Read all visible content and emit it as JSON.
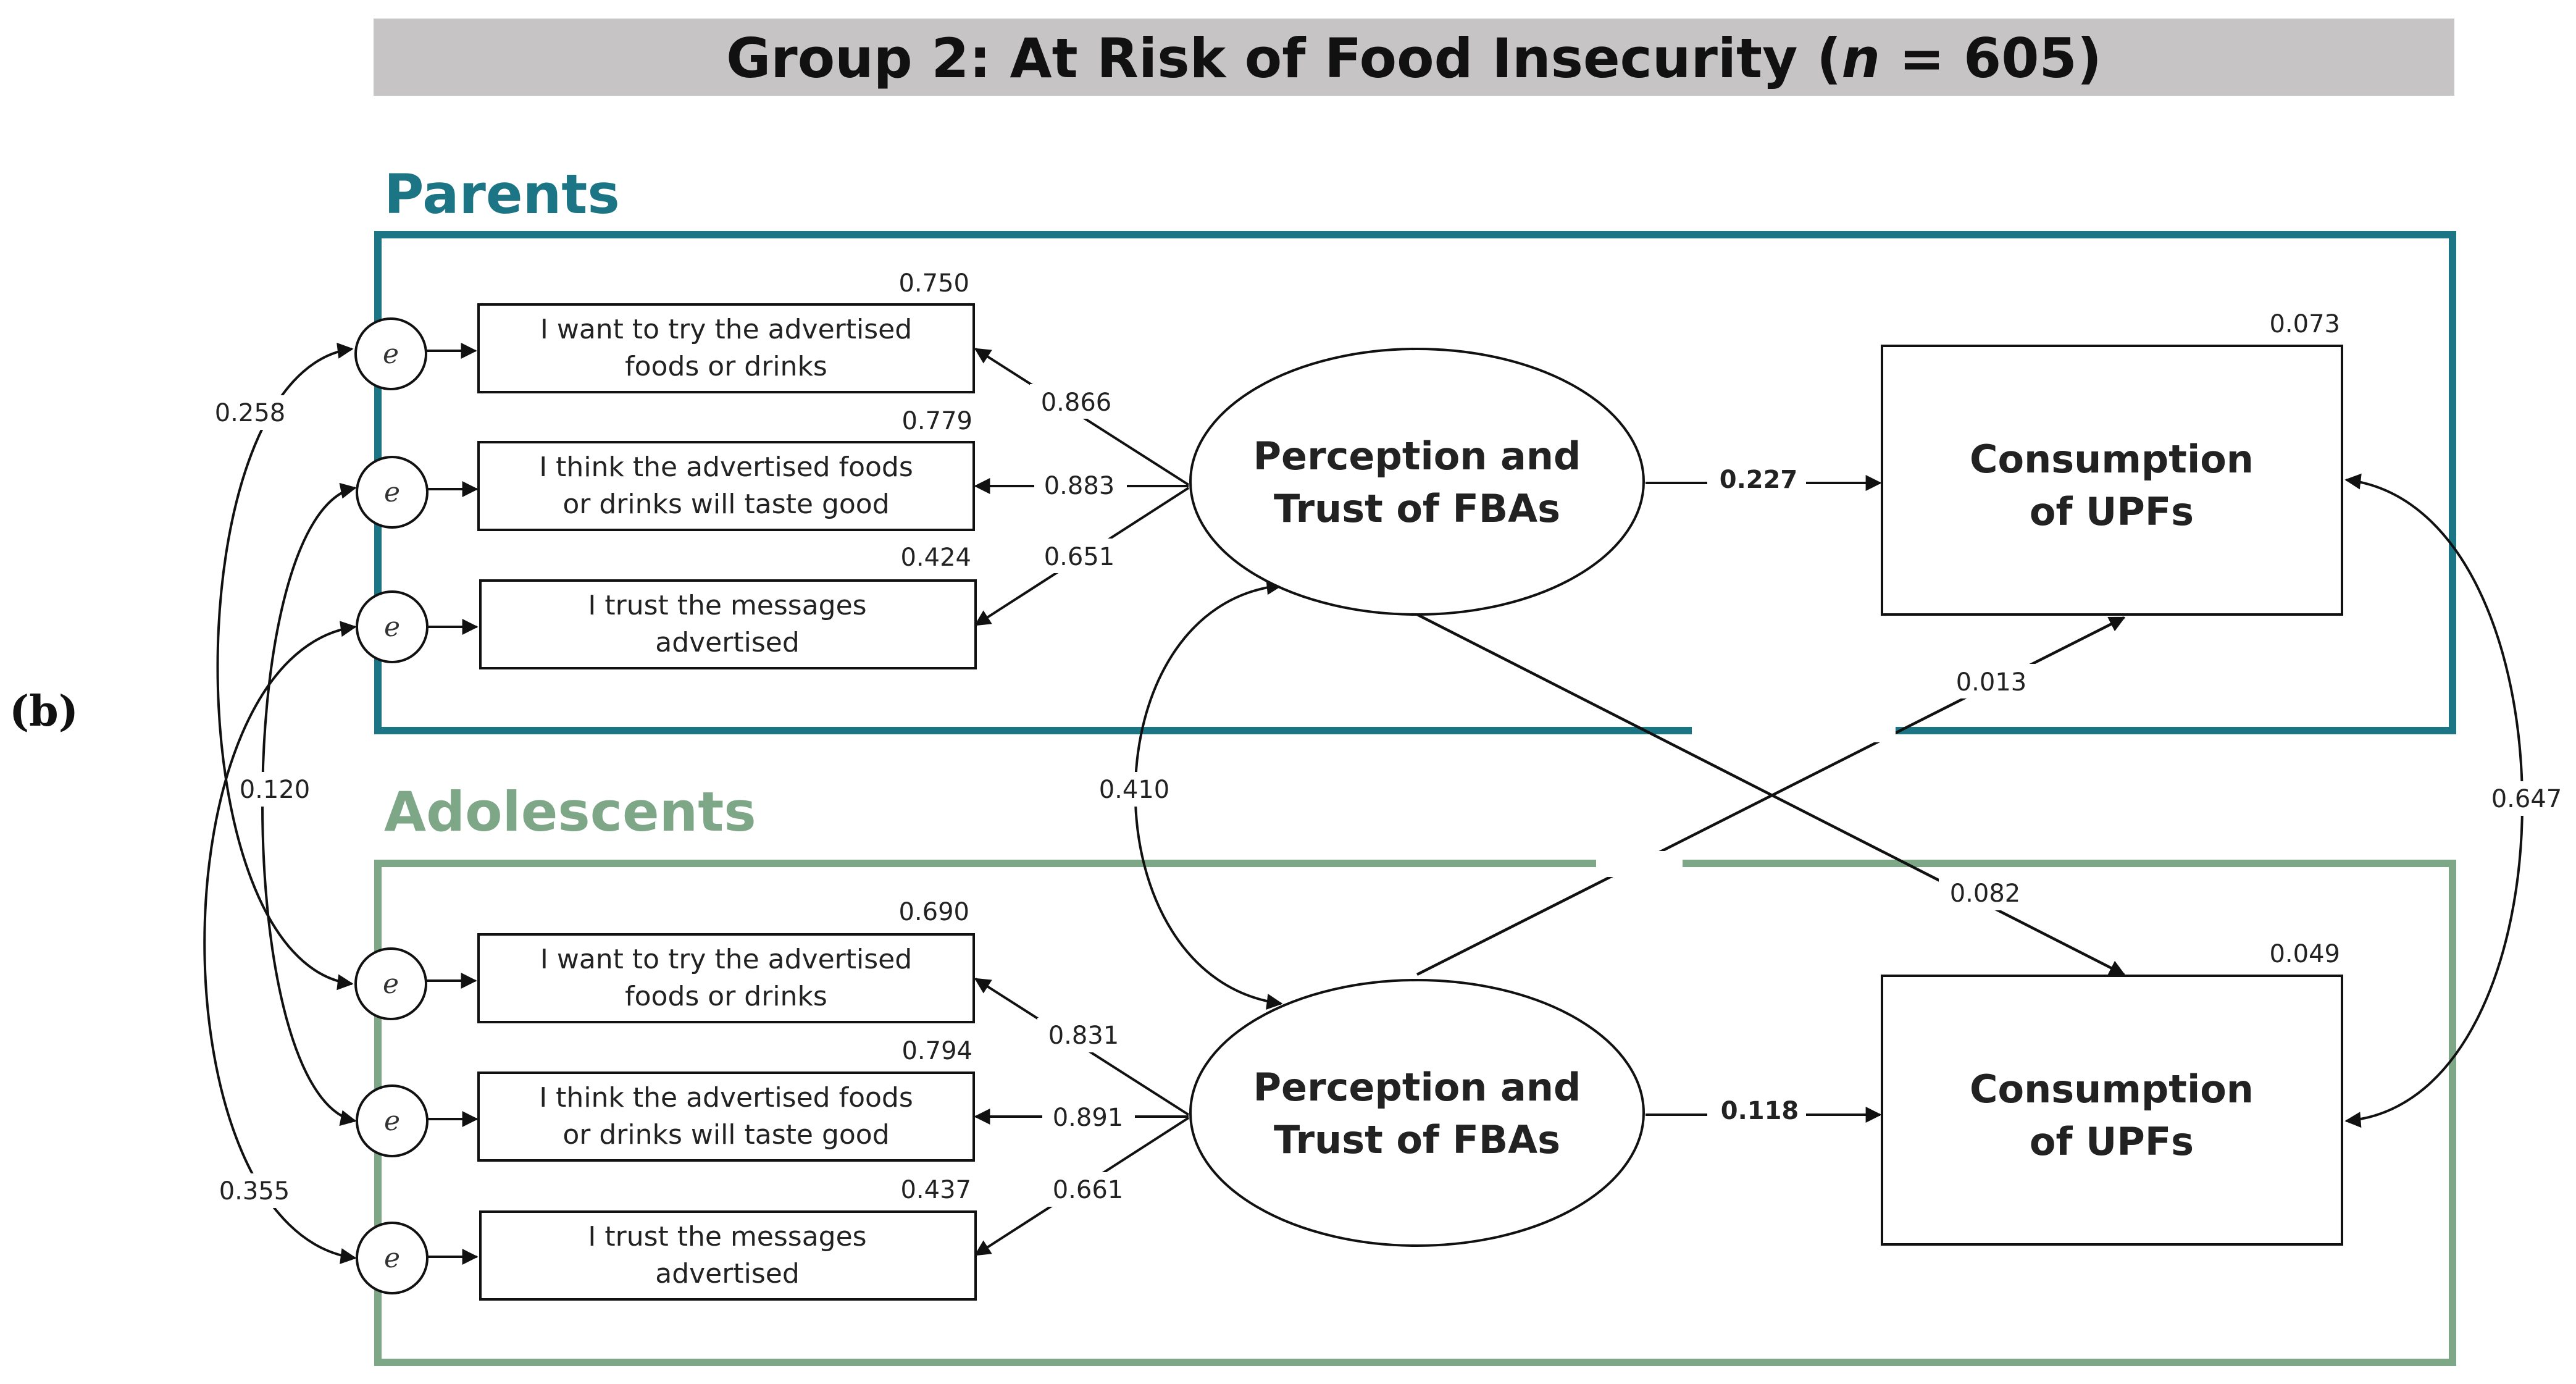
{
  "title": {
    "prefix": "Group 2: At Risk of Food Insecurity (",
    "n_symbol": "n",
    "suffix": " = 605)"
  },
  "panel_label": "(b)",
  "colors": {
    "parents": "#1c7585",
    "adolescents": "#7da786",
    "significant": "#c8323c",
    "title_bar": "#c6c4c4",
    "line": "#111111"
  },
  "error_label": "e",
  "parents": {
    "label": "Parents",
    "items": [
      {
        "line1": "I want to try the advertised",
        "line2": "foods or drinks",
        "r2": "0.750",
        "loading": "0.866"
      },
      {
        "line1": "I think the advertised foods",
        "line2": "or drinks will taste good",
        "r2": "0.779",
        "loading": "0.883"
      },
      {
        "line1": "I trust the messages",
        "line2": "advertised",
        "r2": "0.424",
        "loading": "0.651"
      }
    ],
    "latent": {
      "line1": "Perception and",
      "line2": "Trust of FBAs"
    },
    "outcome": {
      "line1": "Consumption",
      "line2": "of UPFs",
      "r2": "0.073"
    },
    "path": "0.227"
  },
  "adolescents": {
    "label": "Adolescents",
    "items": [
      {
        "line1": "I want to try the advertised",
        "line2": "foods or drinks",
        "r2": "0.690",
        "loading": "0.831"
      },
      {
        "line1": "I think the advertised foods",
        "line2": "or drinks will taste good",
        "r2": "0.794",
        "loading": "0.891"
      },
      {
        "line1": "I trust the messages",
        "line2": "advertised",
        "r2": "0.437",
        "loading": "0.661"
      }
    ],
    "latent": {
      "line1": "Perception and",
      "line2": "Trust of FBAs"
    },
    "outcome": {
      "line1": "Consumption",
      "line2": "of UPFs",
      "r2": "0.049"
    },
    "path": "0.118"
  },
  "cross_paths": {
    "adolescent_to_parent_upf": "0.013",
    "parent_to_adolescent_upf": "0.082"
  },
  "covariances": {
    "error_1": "0.258",
    "error_2": "0.120",
    "error_3": "0.355",
    "latent": "0.410",
    "outcome": "0.647"
  }
}
